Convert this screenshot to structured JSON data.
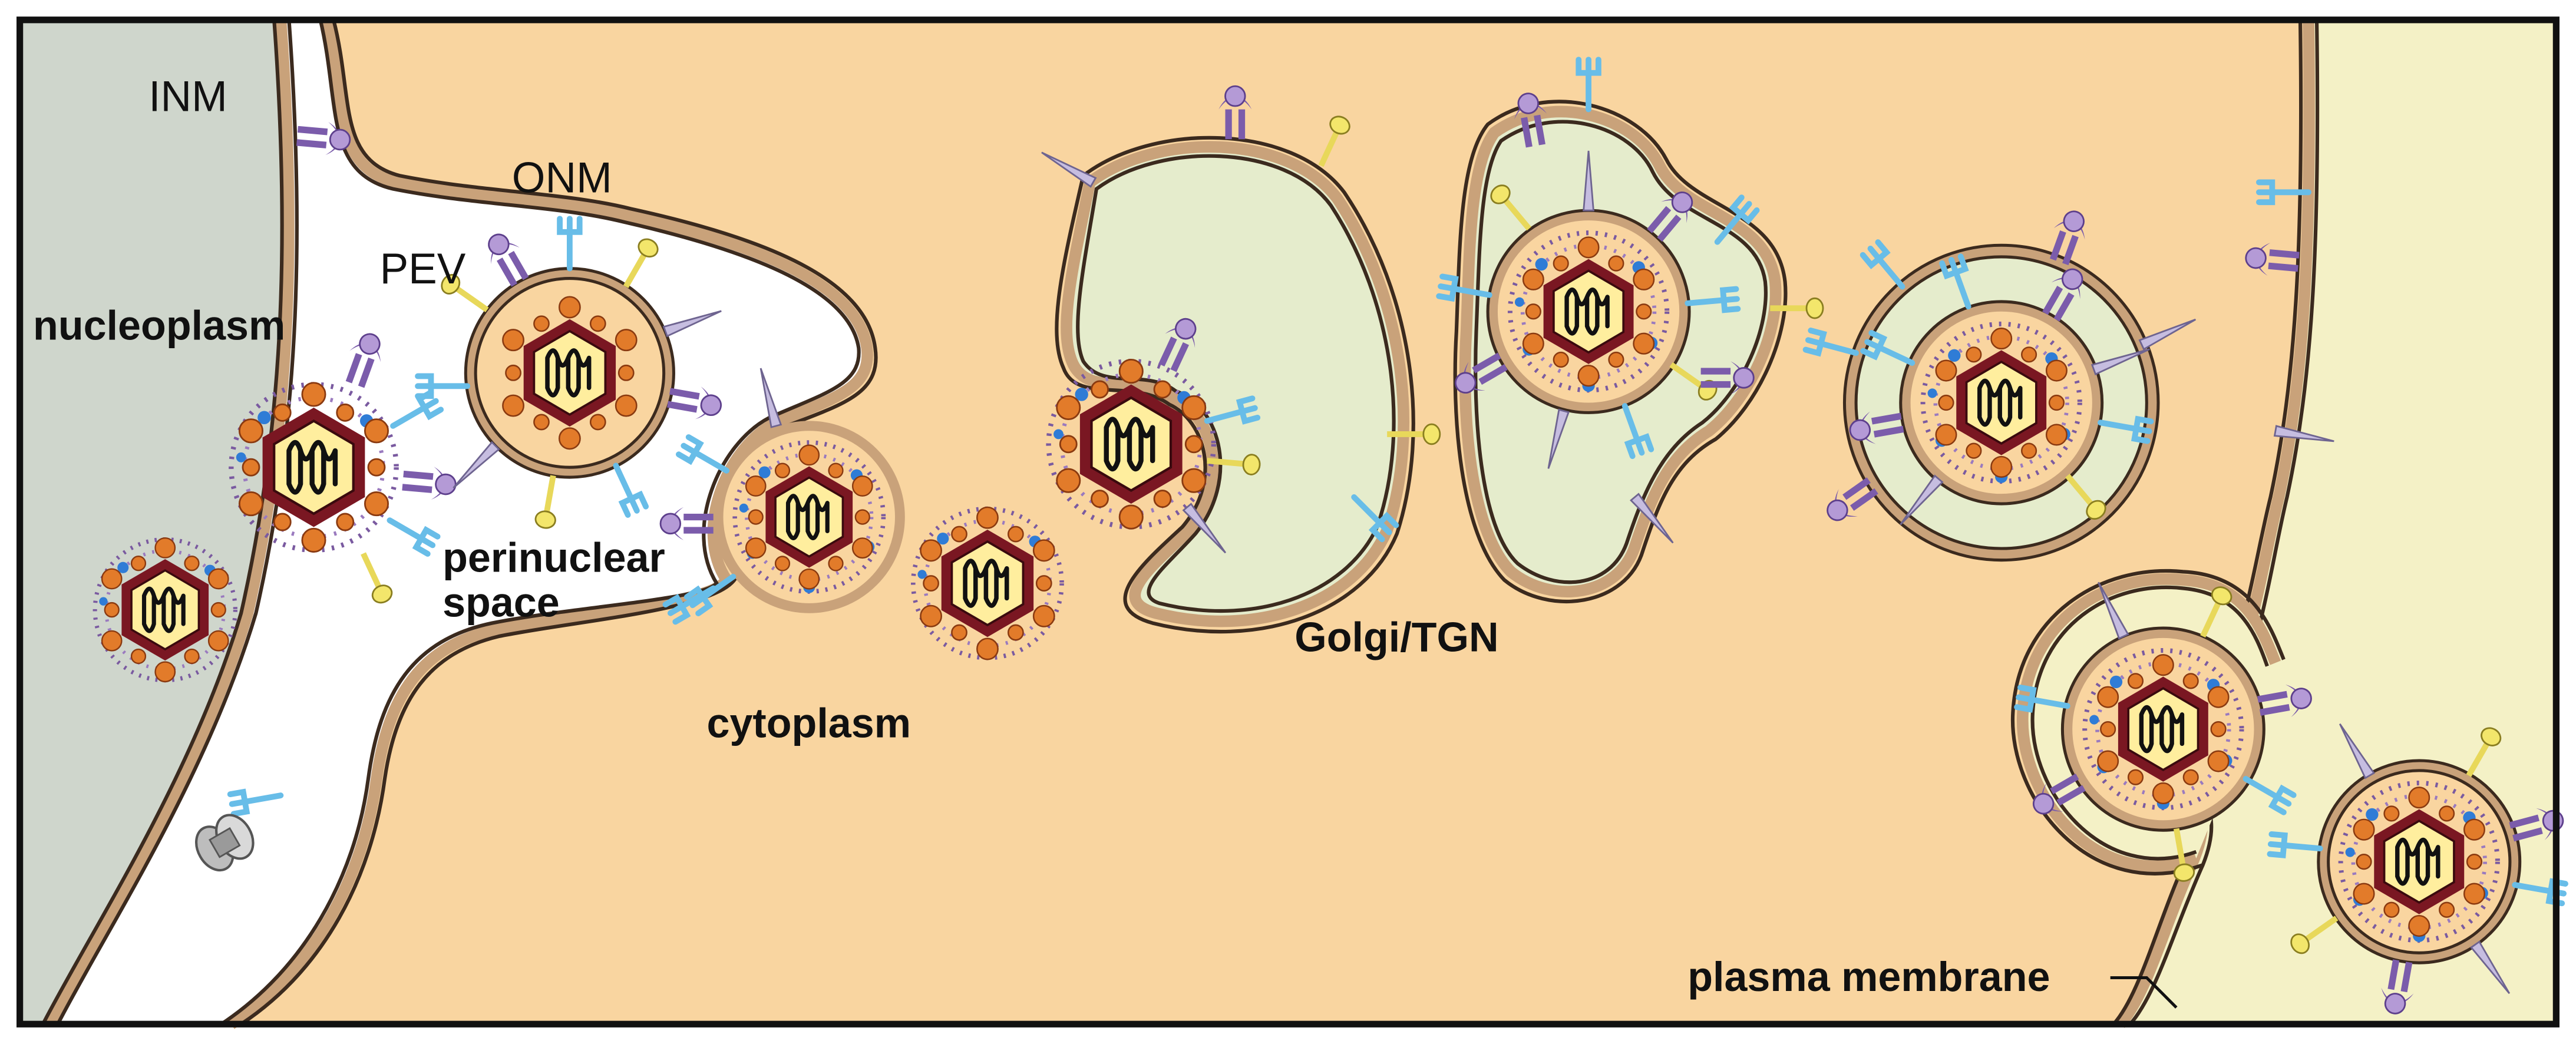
{
  "labels": {
    "inm": "INM",
    "onm": "ONM",
    "pev": "PEV",
    "nucleoplasm": "nucleoplasm",
    "perinuclear_1": "perinuclear",
    "perinuclear_2": "space",
    "cytoplasm": "cytoplasm",
    "golgi": "Golgi/TGN",
    "plasma_membrane": "plasma membrane"
  },
  "colors": {
    "nucleoplasm": "#cfd6cc",
    "perinuclear_space": "#ffffff",
    "cytoplasm": "#f9d5a0",
    "golgi_lumen": "#e5eccc",
    "extracellular": "#f4f1c6",
    "membrane_fill": "#c9a27a",
    "membrane_edge": "#3b2a1e",
    "capsid_fill": "#ffee9e",
    "capsid_edge": "#7a1722",
    "capsomer": "#e27b2a",
    "tegument_dots": "#7a5aa0",
    "tegument_blue": "#2f7cd6",
    "glyco_purple": "#7b5cab",
    "glyco_lilac": "#c6bde0",
    "glyco_blue": "#68bde8",
    "glyco_yellow": "#f3e66b",
    "genome": "#111111"
  },
  "icons": [
    "virion-icon",
    "glycoprotein-icon",
    "nuclear-pore-icon"
  ]
}
